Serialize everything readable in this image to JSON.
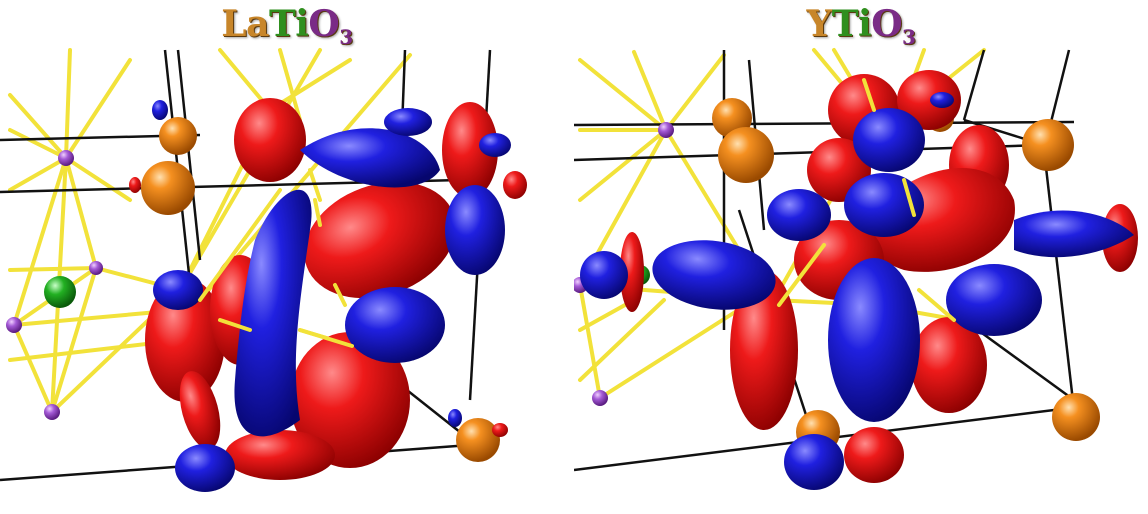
{
  "panels": [
    {
      "id": "left",
      "title_parts": [
        {
          "text": "La",
          "color": "#c8862a"
        },
        {
          "text": "Ti",
          "color": "#2f8f1e"
        },
        {
          "text": "O",
          "color": "#7a2b86"
        },
        {
          "text": "3",
          "color": "#7a2b86",
          "sub": true
        }
      ]
    },
    {
      "id": "right",
      "title_parts": [
        {
          "text": "Y",
          "color": "#c8862a"
        },
        {
          "text": "Ti",
          "color": "#2f8f1e"
        },
        {
          "text": "O",
          "color": "#7a2b86"
        },
        {
          "text": "3",
          "color": "#7a2b86",
          "sub": true
        }
      ]
    }
  ],
  "colors": {
    "positive_lobe": "#e01010",
    "negative_lobe": "#1a1ad0",
    "bond": "#f2e23a",
    "lattice_line": "#111111",
    "cation_atom": "#f08a18",
    "oxygen_atom": "#a45ad6",
    "titanium_atom": "#22b022"
  }
}
